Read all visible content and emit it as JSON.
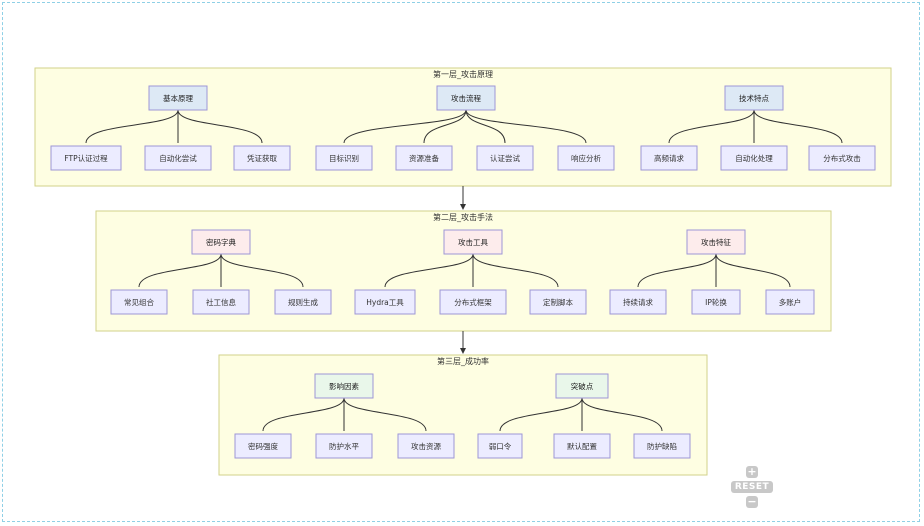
{
  "diagram": {
    "layers": [
      {
        "title": "第一层_攻击原理",
        "groups": [
          {
            "label": "基本原理",
            "children": [
              "FTP认证过程",
              "自动化尝试",
              "凭证获取"
            ]
          },
          {
            "label": "攻击流程",
            "children": [
              "目标识别",
              "资源准备",
              "认证尝试",
              "响应分析"
            ]
          },
          {
            "label": "技术特点",
            "children": [
              "高频请求",
              "自动化处理",
              "分布式攻击"
            ]
          }
        ]
      },
      {
        "title": "第二层_攻击手法",
        "groups": [
          {
            "label": "密码字典",
            "children": [
              "常见组合",
              "社工信息",
              "规则生成"
            ]
          },
          {
            "label": "攻击工具",
            "children": [
              "Hydra工具",
              "分布式框架",
              "定制脚本"
            ]
          },
          {
            "label": "攻击特征",
            "children": [
              "持续请求",
              "IP轮换",
              "多账户"
            ]
          }
        ]
      },
      {
        "title": "第三层_成功率",
        "groups": [
          {
            "label": "影响因素",
            "children": [
              "密码强度",
              "防护水平",
              "攻击资源"
            ]
          },
          {
            "label": "突破点",
            "children": [
              "弱口令",
              "默认配置",
              "防护缺陷"
            ]
          }
        ]
      }
    ]
  },
  "colors": {
    "layer_fill": "#fefee2",
    "layer_border": "#d2d28a",
    "leaf_fill": "#ececff",
    "layer1_header_fill": "#dde9f5",
    "layer2_header_fill": "#fdecec",
    "layer3_header_fill": "#e9f7ea"
  },
  "controls": {
    "zoom_in": "+",
    "reset": "RESET",
    "zoom_out": "−"
  }
}
